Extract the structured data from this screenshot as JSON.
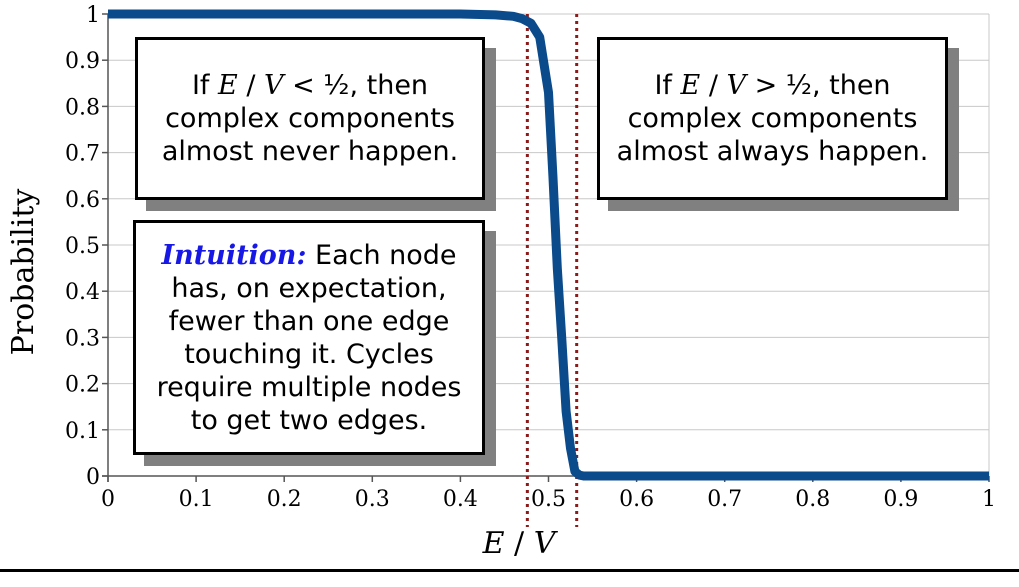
{
  "chart_data": {
    "type": "line",
    "xlabel_var1": "E",
    "xlabel_sep": " / ",
    "xlabel_var2": "V",
    "ylabel": "Probability",
    "xlim": [
      0,
      1
    ],
    "ylim": [
      0,
      1
    ],
    "x_ticks": [
      "0",
      "0.1",
      "0.2",
      "0.3",
      "0.4",
      "0.5",
      "0.6",
      "0.7",
      "0.8",
      "0.9",
      "1"
    ],
    "y_ticks": [
      "0",
      "0.1",
      "0.2",
      "0.3",
      "0.4",
      "0.5",
      "0.6",
      "0.7",
      "0.8",
      "0.9",
      "1"
    ],
    "grid": "horizontal",
    "series": [
      {
        "color": "#0b4a8b",
        "x": [
          0,
          0.4,
          0.44,
          0.46,
          0.47,
          0.48,
          0.49,
          0.5,
          0.505,
          0.51,
          0.515,
          0.52,
          0.525,
          0.53,
          0.535,
          0.54,
          0.55,
          0.6,
          0.7,
          1.0
        ],
        "y": [
          1,
          1,
          0.998,
          0.995,
          0.99,
          0.98,
          0.95,
          0.83,
          0.65,
          0.45,
          0.3,
          0.14,
          0.06,
          0.01,
          0.002,
          0,
          0,
          0,
          0,
          0
        ]
      }
    ],
    "reference_lines": [
      {
        "x": 0.476,
        "color": "#8b1a1a",
        "style": "dotted"
      },
      {
        "x": 0.532,
        "color": "#8b1a1a",
        "style": "dotted"
      }
    ],
    "annotations": {
      "left_top": {
        "pre": "If ",
        "v1": "E",
        "sep": " / ",
        "v2": "V",
        "post": " < ½, then",
        "line2": "complex components",
        "line3": "almost never happen."
      },
      "right_top": {
        "pre": "If ",
        "v1": "E",
        "sep": " / ",
        "v2": "V",
        "post": " > ½, then",
        "line2": "complex components",
        "line3": "almost always happen."
      },
      "intuition": {
        "label": "Intuition:",
        "text": " Each node has, on expectation, fewer than one edge touching it. Cycles require multiple nodes to get two edges."
      }
    }
  }
}
